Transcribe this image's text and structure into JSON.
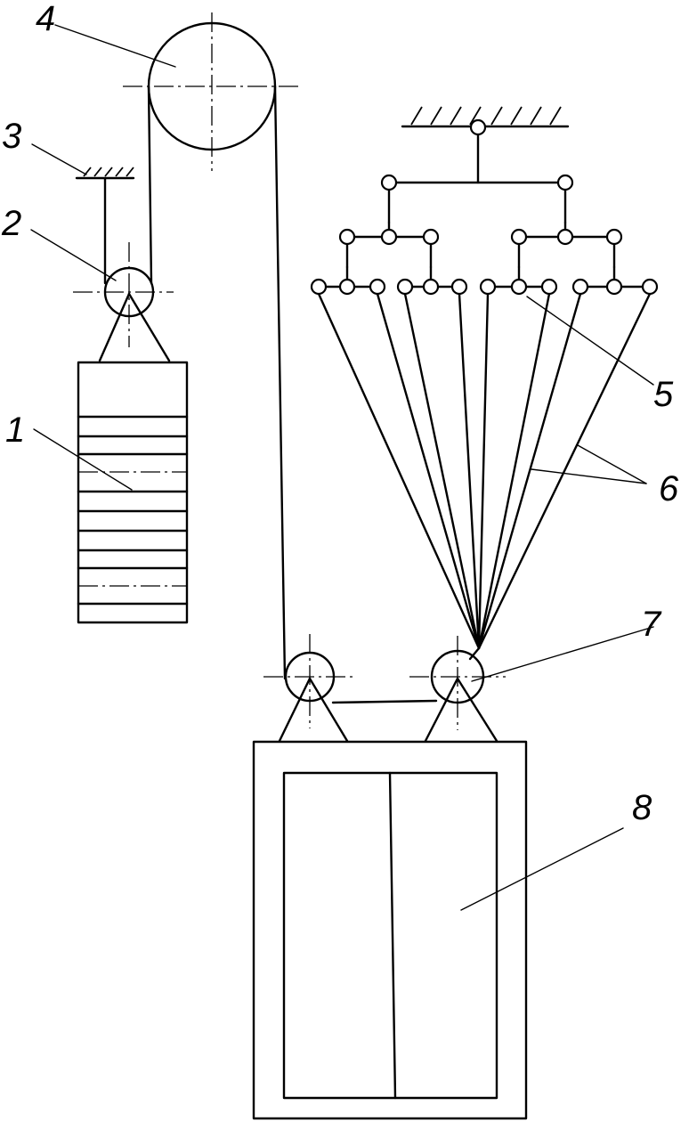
{
  "diagram": {
    "labels": {
      "counterweight": "1",
      "counterweight_pulley": "2",
      "fixed_support": "3",
      "top_sheave": "4",
      "equalizer_lever_node": "5",
      "suspension_ropes": "6",
      "car_pulley": "7",
      "car": "8"
    }
  }
}
